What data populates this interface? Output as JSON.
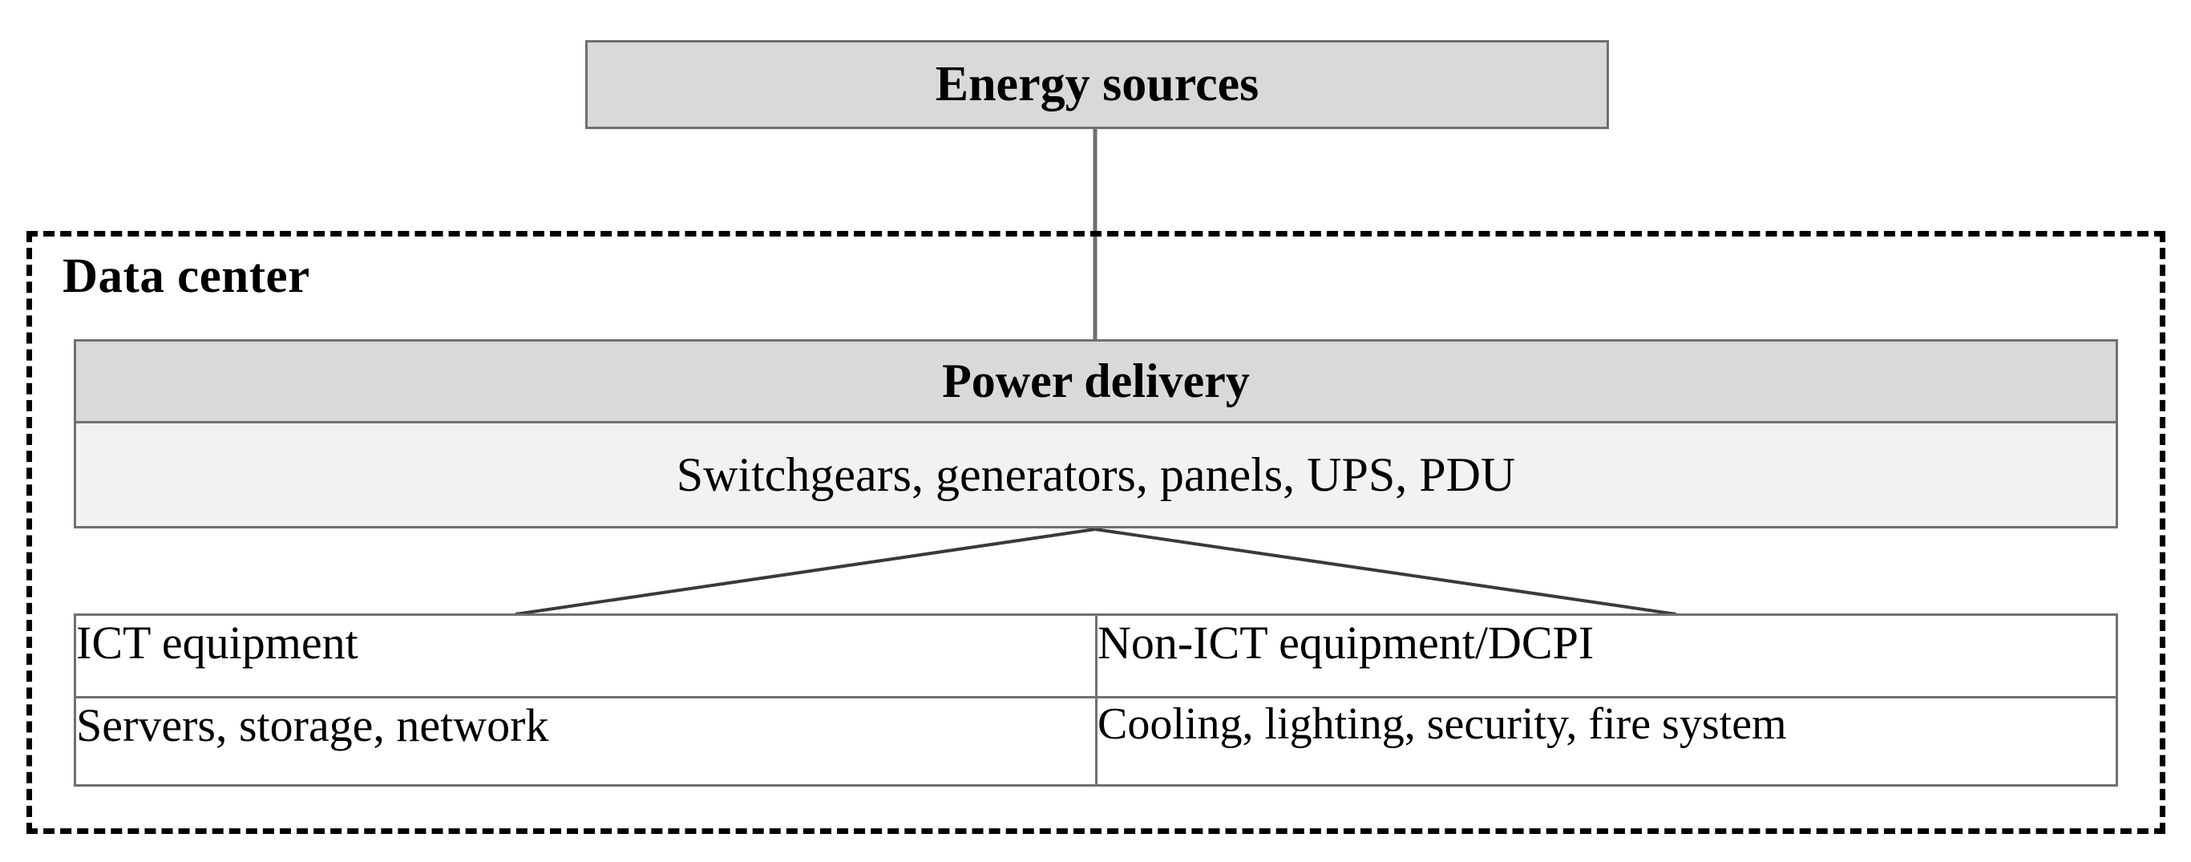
{
  "diagram": {
    "title_node": {
      "label": "Energy sources"
    },
    "container": {
      "label": "Data center"
    },
    "power_delivery": {
      "header": "Power delivery",
      "body": "Switchgears, generators, panels, UPS, PDU"
    },
    "equipment": {
      "columns": [
        {
          "header": "ICT equipment",
          "body": "Servers, storage, network"
        },
        {
          "header": "Non-ICT equipment/DCPI",
          "body": "Cooling, lighting, security,   fire system"
        }
      ]
    },
    "colors": {
      "header_fill": "#d9d9d9",
      "body_fill": "#f2f2f2",
      "box_border": "#707070",
      "dashed_border": "#000000",
      "connector_line": "#404040",
      "text": "#000000",
      "background": "#ffffff"
    }
  }
}
